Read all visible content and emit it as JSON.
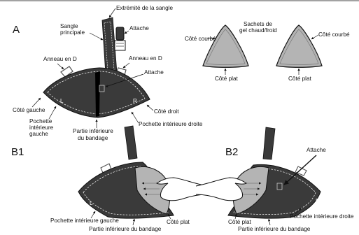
{
  "section_labels": {
    "a": "A",
    "b1": "B1",
    "b2": "B2"
  },
  "labels_a": {
    "strap_end": "Extrémité de la sangle",
    "main_strap_1": "Sangle",
    "main_strap_2": "principale",
    "fastener_top": "Attache",
    "d_ring_left": "Anneau en D",
    "d_ring_right": "Anneau en D",
    "fastener_center": "Attache",
    "left_side": "Côté gauche",
    "right_side": "Côté droit",
    "inner_pocket_left_1": "Pochette",
    "inner_pocket_left_2": "intérieure",
    "inner_pocket_left_3": "gauche",
    "inner_pocket_right": "Pochette intérieure droite",
    "bottom_1": "Partie inférieure",
    "bottom_2": "du bandage",
    "marker_l": "L",
    "marker_r": "R"
  },
  "labels_packs": {
    "packs_1": "Sachets de",
    "packs_2": "gel chaud/froid",
    "curved_left": "Côté courbé",
    "curved_right": "Côté courbé",
    "flat_left": "Côté plat",
    "flat_right": "Côté plat"
  },
  "labels_b1": {
    "inner_pocket_left": "Pochette intérieure gauche",
    "flat_side": "Côté plat",
    "bottom": "Partie inférieure du bandage",
    "marker_l": "L"
  },
  "labels_b2": {
    "fastener": "Attache",
    "inner_pocket_right": "Pochette intérieure droite",
    "flat_side": "Côté plat",
    "bottom": "Partie inférieure du bandage",
    "marker_r": "R"
  },
  "colors": {
    "bandage": "#3a3a3a",
    "gel_pack": "#b4b4b4",
    "stitch": "#ffffff",
    "line": "#111111"
  }
}
